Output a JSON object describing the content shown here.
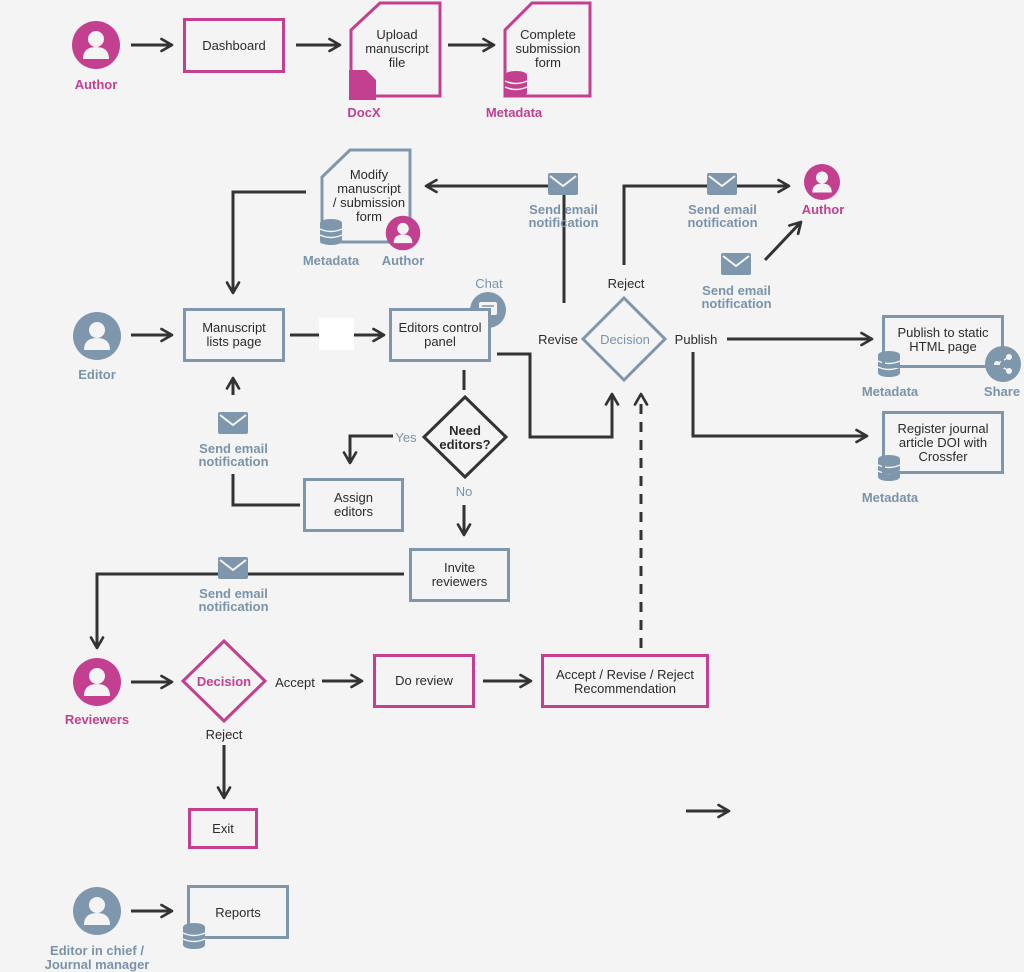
{
  "colors": {
    "pink": "#c2408f",
    "blue": "#7f97ad",
    "dark": "#333333",
    "bg": "#f4f4f4"
  },
  "top": {
    "author_label": "Author",
    "dashboard": "Dashboard",
    "upload_l1": "Upload",
    "upload_l2": "manuscript",
    "upload_l3": "file",
    "docx": "DocX",
    "complete_l1": "Complete",
    "complete_l2": "submission",
    "complete_l3": "form",
    "metadata": "Metadata"
  },
  "middle": {
    "modify_l1": "Modify",
    "modify_l2": "manuscript",
    "modify_l3": "/ submission",
    "modify_l4": "form",
    "modify_metadata": "Metadata",
    "modify_author": "Author",
    "send_email_1": "Send email",
    "notification_1": "notification",
    "send_email_2": "Send email",
    "notification_2": "notification",
    "send_email_3": "Send email",
    "notification_3": "notification",
    "author_right": "Author",
    "reject": "Reject",
    "revise": "Revise",
    "decision": "Decision",
    "publish": "Publish",
    "editor_label": "Editor",
    "manuscript_lists": "Manuscript lists page",
    "editors_panel": "Editors control panel",
    "chat": "Chat",
    "publish_static_l1": "Publish to static",
    "publish_static_l2": "HTML page",
    "metadata_a": "Metadata",
    "share": "Share",
    "register_l1": "Register journal",
    "register_l2": "article DOI with",
    "register_l3": "Crossfer",
    "metadata_b": "Metadata",
    "send_email_4": "Send email",
    "notification_4": "notification",
    "yes": "Yes",
    "no": "No",
    "need_l1": "Need",
    "need_l2": "editors?",
    "assign": "Assign editors",
    "invite": "Invite reviewers",
    "send_email_5": "Send email",
    "notification_5": "notification"
  },
  "bottom": {
    "reviewers": "Reviewers",
    "decision": "Decision",
    "accept": "Accept",
    "do_review": "Do review",
    "recommendation_l1": "Accept / Revise / Reject",
    "recommendation_l2": "Recommendation",
    "reject": "Reject",
    "exit": "Exit",
    "editor_chief_l1": "Editor in chief /",
    "editor_chief_l2": "Journal manager",
    "reports": "Reports"
  }
}
